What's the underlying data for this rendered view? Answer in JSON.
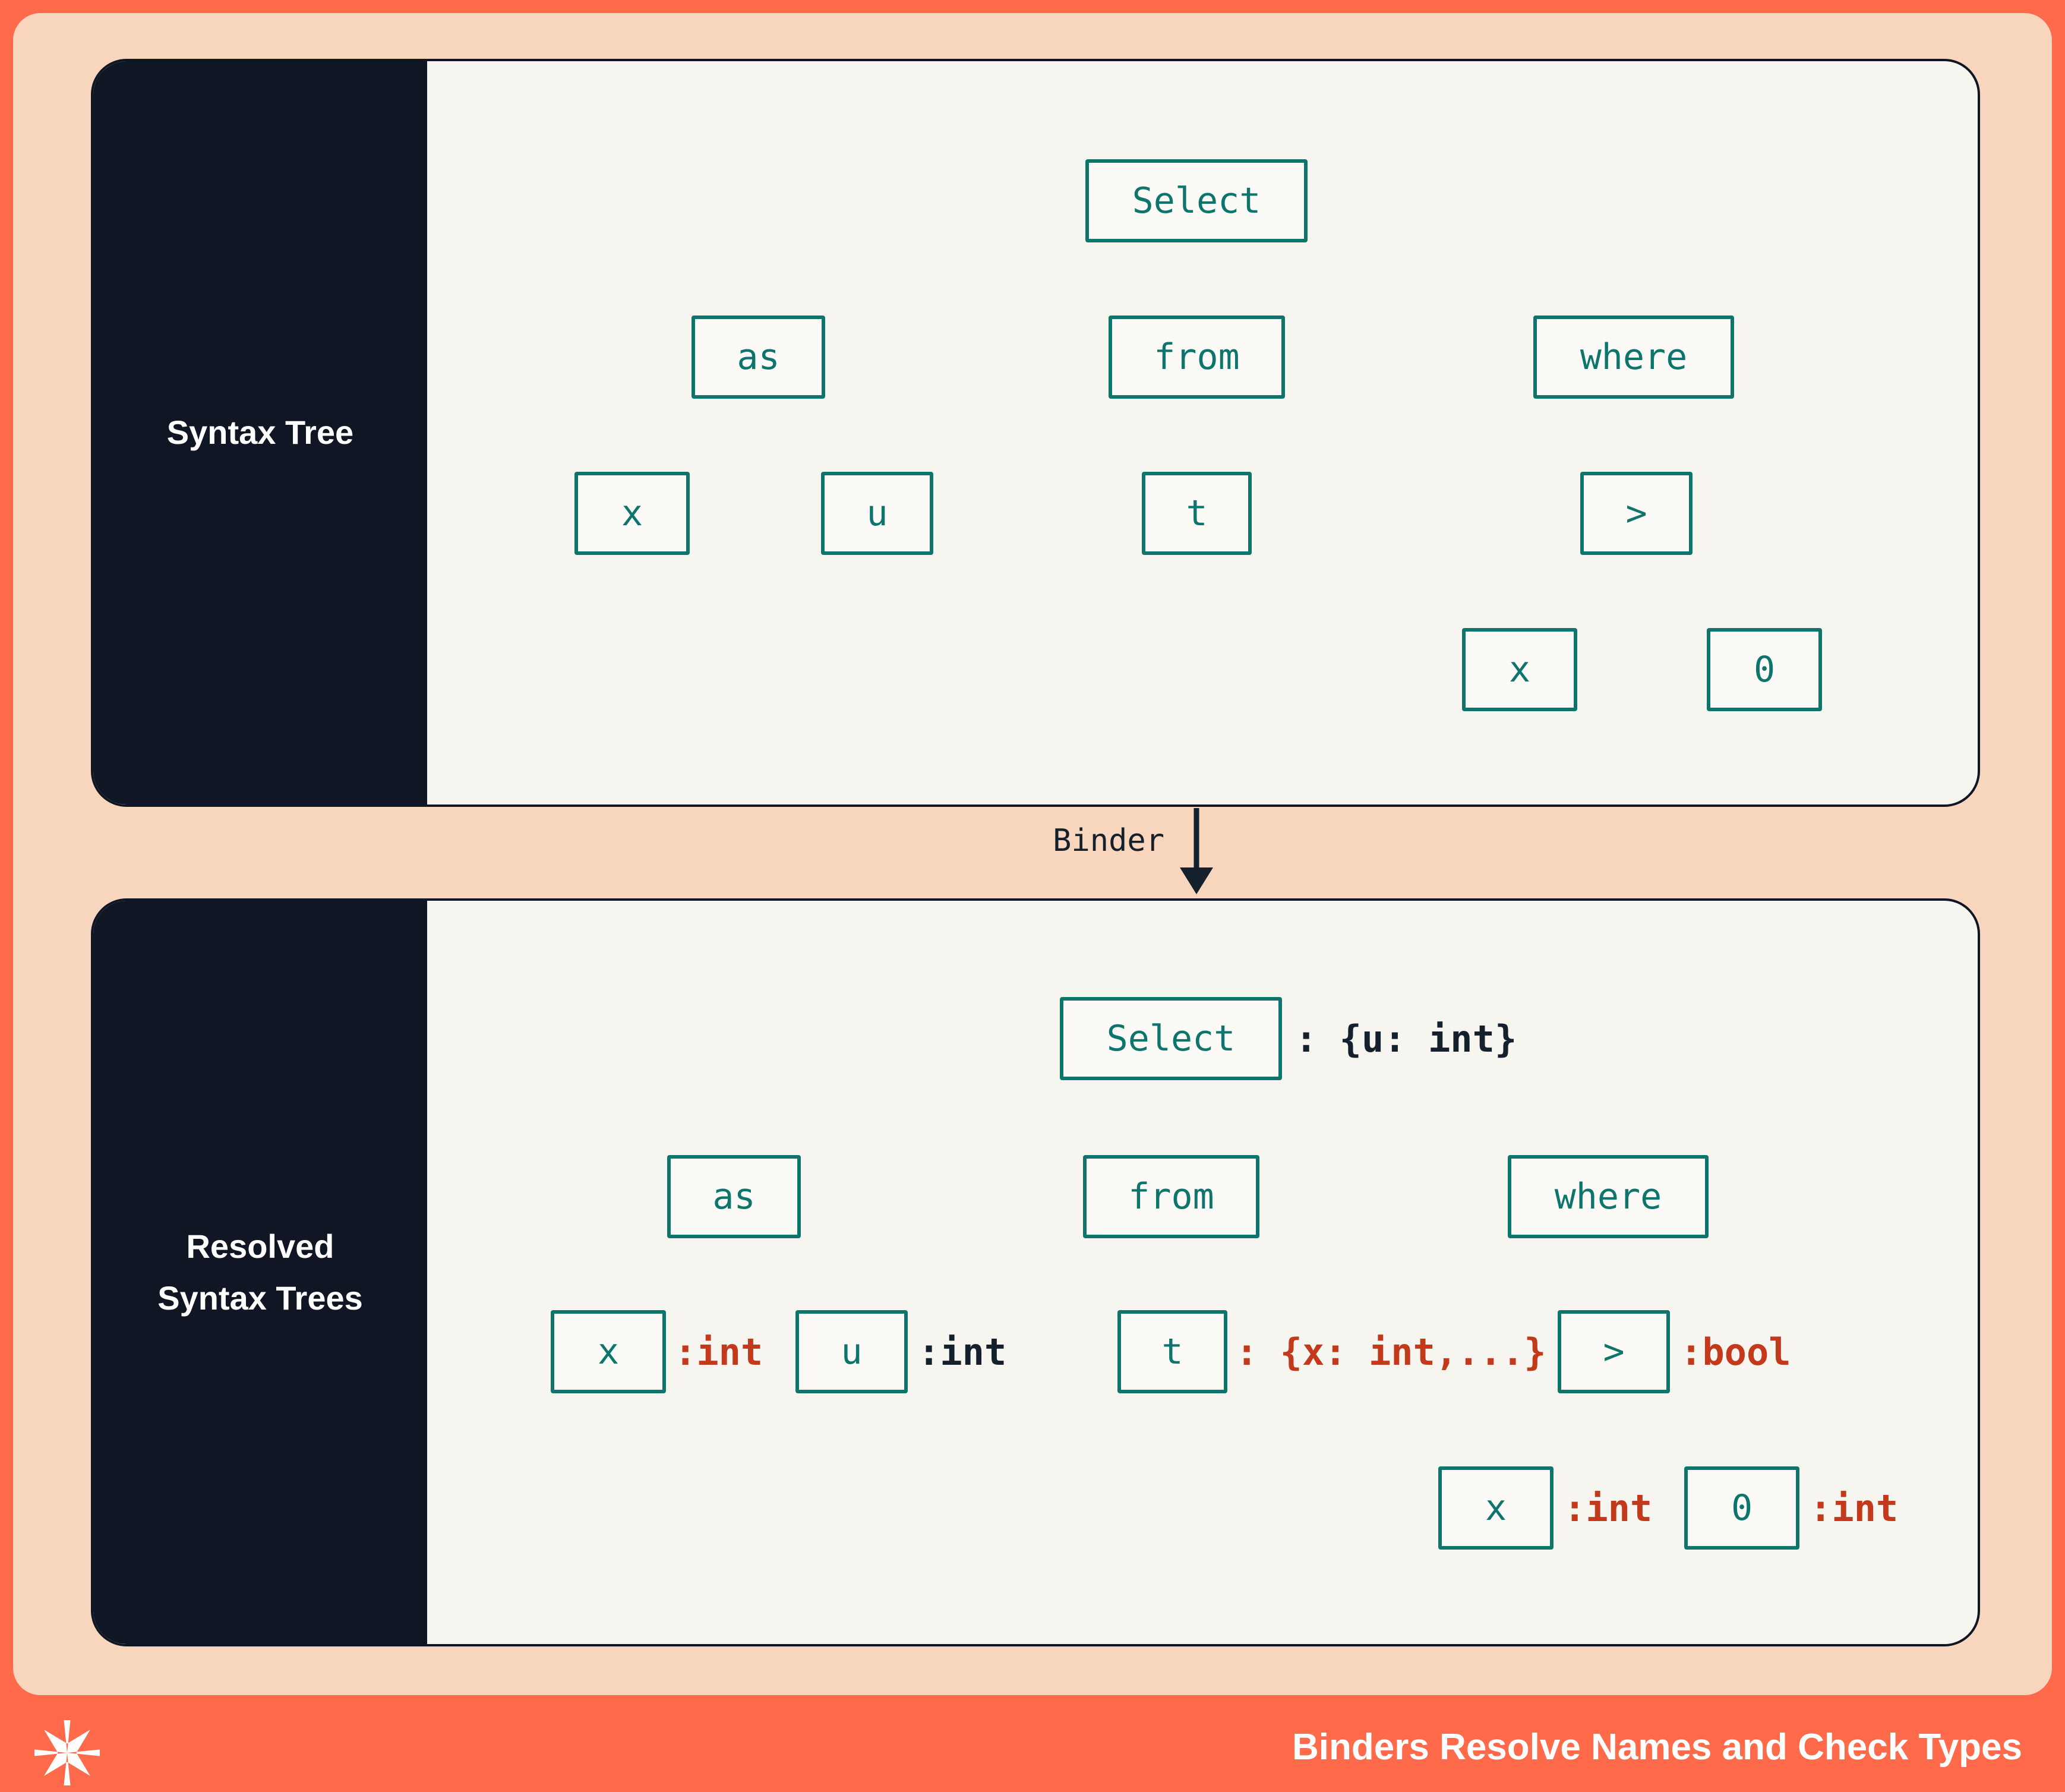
{
  "colors": {
    "accent_orange": "#FF6B4A",
    "peach_background": "#F8D6BD",
    "navy": "#101623",
    "panel_background": "#F7F5F0",
    "node_teal": "#0E756C",
    "annotation_red": "#C23A1B",
    "annotation_dark": "#15202D"
  },
  "syntax_panel": {
    "label": "Syntax Tree",
    "nodes": {
      "select": "Select",
      "as": "as",
      "from": "from",
      "where": "where",
      "x1": "x",
      "u": "u",
      "t": "t",
      "gt": ">",
      "x2": "x",
      "zero": "0"
    }
  },
  "binder_arrow": {
    "label": "Binder"
  },
  "resolved_panel": {
    "label_lines": [
      "Resolved",
      "Syntax Trees"
    ],
    "nodes": {
      "select": "Select",
      "as": "as",
      "from": "from",
      "where": "where",
      "x1": "x",
      "u": "u",
      "t": "t",
      "gt": ">",
      "x2": "x",
      "zero": "0"
    },
    "annotations": {
      "select": ": {u: int}",
      "x1": ":int",
      "u": ":int",
      "t": ": {x: int,...}",
      "gt": ":bool",
      "x2": ":int",
      "zero": ":int"
    }
  },
  "footer": {
    "title": "Binders Resolve Names and Check Types",
    "logo": "pinwheel-logo"
  }
}
